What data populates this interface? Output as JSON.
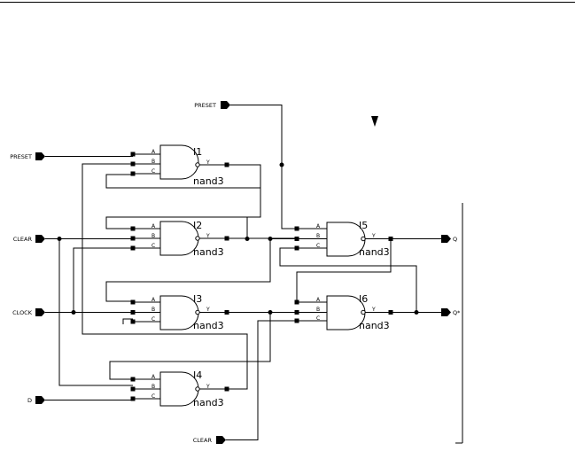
{
  "ports": {
    "preset_top": "PRESET",
    "preset_left": "PRESET",
    "clear_left": "CLEAR",
    "clock": "CLOCK",
    "d": "D",
    "clear_bottom": "CLEAR",
    "q": "Q",
    "qbar": "Q*"
  },
  "gates": [
    {
      "inst": "I1",
      "cell": "nand3",
      "pins": [
        "A",
        "B",
        "C"
      ],
      "out": "Y"
    },
    {
      "inst": "I2",
      "cell": "nand3",
      "pins": [
        "A",
        "B",
        "C"
      ],
      "out": "Y"
    },
    {
      "inst": "I3",
      "cell": "nand3",
      "pins": [
        "A",
        "B",
        "C"
      ],
      "out": "Y"
    },
    {
      "inst": "I4",
      "cell": "nand3",
      "pins": [
        "A",
        "B",
        "C"
      ],
      "out": "Y"
    },
    {
      "inst": "I5",
      "cell": "nand3",
      "pins": [
        "A",
        "B",
        "C"
      ],
      "out": "Y"
    },
    {
      "inst": "I6",
      "cell": "nand3",
      "pins": [
        "A",
        "B",
        "C"
      ],
      "out": "Y"
    }
  ]
}
